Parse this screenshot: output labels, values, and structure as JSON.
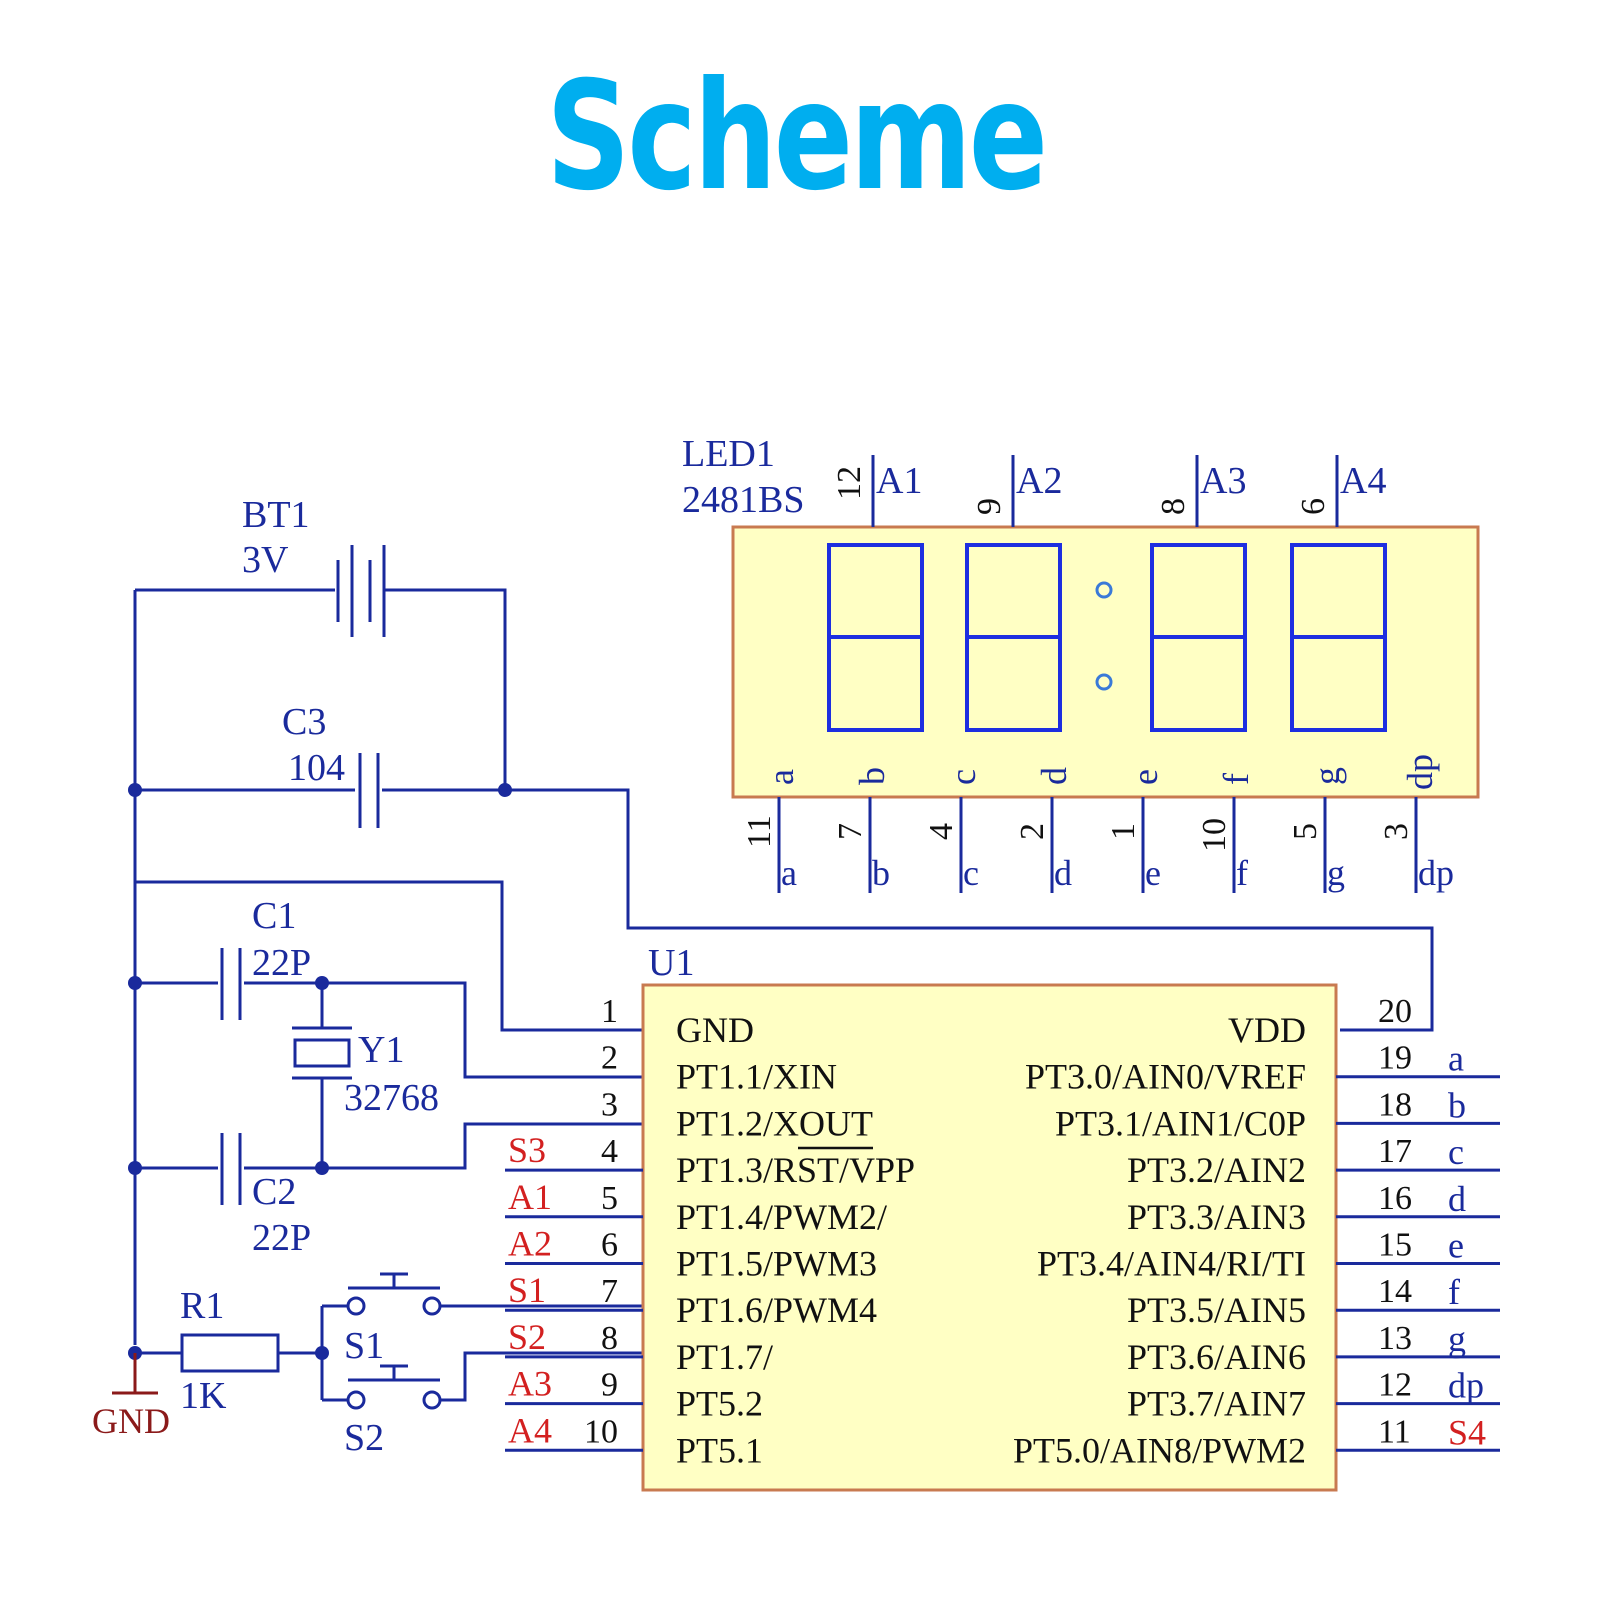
{
  "title": "Scheme",
  "battery": {
    "ref": "BT1",
    "value": "3V"
  },
  "c3": {
    "ref": "C3",
    "value": "104"
  },
  "c1": {
    "ref": "C1",
    "value": "22P"
  },
  "c2": {
    "ref": "C2",
    "value": "22P"
  },
  "crystal": {
    "ref": "Y1",
    "value": "32768"
  },
  "r1": {
    "ref": "R1",
    "value": "1K"
  },
  "gnd": "GND",
  "s1": "S1",
  "s2": "S2",
  "led": {
    "ref": "LED1",
    "part": "2481BS",
    "anodes": [
      {
        "pin": "12",
        "name": "A1"
      },
      {
        "pin": "9",
        "name": "A2"
      },
      {
        "pin": "8",
        "name": "A3"
      },
      {
        "pin": "6",
        "name": "A4"
      }
    ],
    "segments": [
      {
        "pin": "11",
        "name": "a"
      },
      {
        "pin": "7",
        "name": "b"
      },
      {
        "pin": "4",
        "name": "c"
      },
      {
        "pin": "2",
        "name": "d"
      },
      {
        "pin": "1",
        "name": "e"
      },
      {
        "pin": "10",
        "name": "f"
      },
      {
        "pin": "5",
        "name": "g"
      },
      {
        "pin": "3",
        "name": "dp"
      }
    ]
  },
  "mcu": {
    "ref": "U1",
    "left_pins": [
      {
        "num": "1",
        "name": "GND",
        "net": ""
      },
      {
        "num": "2",
        "name": "PT1.1/XIN",
        "net": ""
      },
      {
        "num": "3",
        "name": "PT1.2/XOUT",
        "net": ""
      },
      {
        "num": "4",
        "name": "PT1.3/RST/VPP",
        "net": "S3"
      },
      {
        "num": "5",
        "name": "PT1.4/PWM2/",
        "net": "A1"
      },
      {
        "num": "6",
        "name": "PT1.5/PWM3",
        "net": "A2"
      },
      {
        "num": "7",
        "name": "PT1.6/PWM4",
        "net": "S1"
      },
      {
        "num": "8",
        "name": "PT1.7/",
        "net": "S2"
      },
      {
        "num": "9",
        "name": "PT5.2",
        "net": "A3"
      },
      {
        "num": "10",
        "name": "PT5.1",
        "net": "A4"
      }
    ],
    "right_pins": [
      {
        "num": "20",
        "name": "VDD",
        "net": ""
      },
      {
        "num": "19",
        "name": "PT3.0/AIN0/VREF",
        "net": "a"
      },
      {
        "num": "18",
        "name": "PT3.1/AIN1/C0P",
        "net": "b"
      },
      {
        "num": "17",
        "name": "PT3.2/AIN2",
        "net": "c"
      },
      {
        "num": "16",
        "name": "PT3.3/AIN3",
        "net": "d"
      },
      {
        "num": "15",
        "name": "PT3.4/AIN4/RI/TI",
        "net": "e"
      },
      {
        "num": "14",
        "name": "PT3.5/AIN5",
        "net": "f"
      },
      {
        "num": "13",
        "name": "PT3.6/AIN6",
        "net": "g"
      },
      {
        "num": "12",
        "name": "PT3.7/AIN7",
        "net": "dp"
      },
      {
        "num": "11",
        "name": "PT5.0/AIN8/PWM2",
        "net": "S4"
      }
    ]
  }
}
